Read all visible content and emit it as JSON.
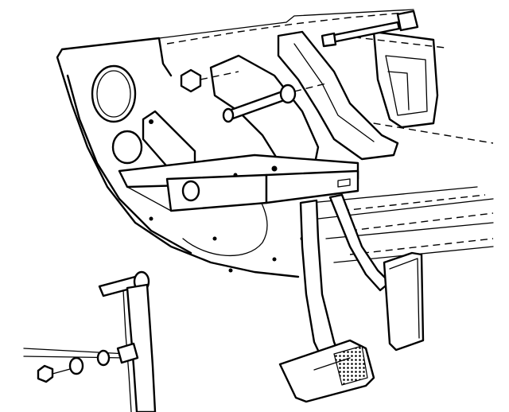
{
  "diagram": {
    "kind": "line-illustration",
    "subject_icons": [
      "dash-panel",
      "pedal-bracket",
      "brake-pedal",
      "clutch-pedal",
      "pedal-pivot-bolt",
      "bushing",
      "nut",
      "spacer"
    ],
    "stroke_color": "#000000",
    "background_color": "#ffffff"
  }
}
